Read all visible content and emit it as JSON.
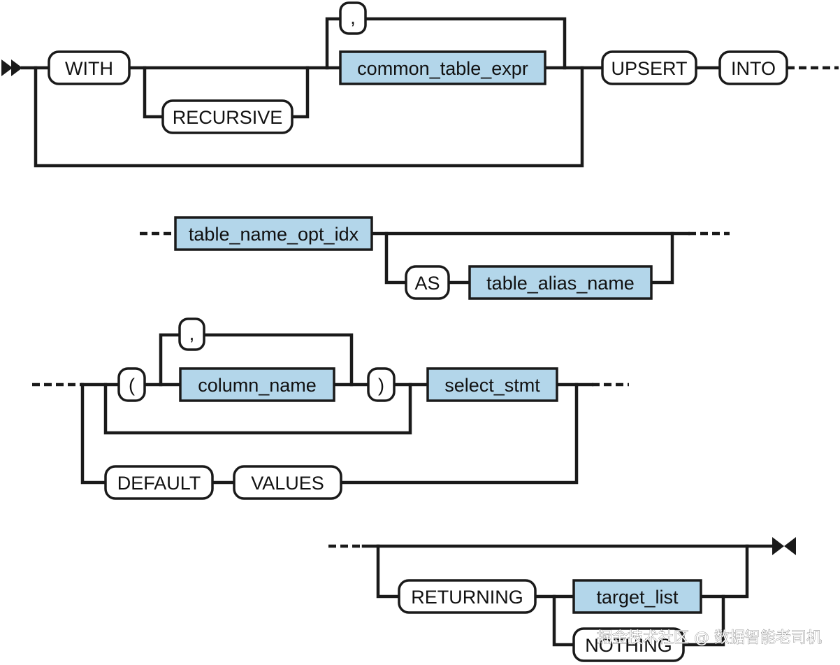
{
  "diagram": {
    "keywords": {
      "with": "WITH",
      "recursive": "RECURSIVE",
      "comma_cte": ",",
      "upsert": "UPSERT",
      "into": "INTO",
      "as": "AS",
      "lparen": "(",
      "comma_col": ",",
      "rparen": ")",
      "default": "DEFAULT",
      "values": "VALUES",
      "returning": "RETURNING",
      "nothing": "NOTHING"
    },
    "nonterminals": {
      "common_table_expr": "common_table_expr",
      "table_name_opt_idx": "table_name_opt_idx",
      "table_alias_name": "table_alias_name",
      "column_name": "column_name",
      "select_stmt": "select_stmt",
      "target_list": "target_list"
    },
    "colors": {
      "nonterminal_fill": "#b3d6ea",
      "keyword_fill": "#ffffff",
      "line": "#1a1a1a"
    }
  },
  "watermark": "掘金技术社区 @ 数据智能老司机"
}
